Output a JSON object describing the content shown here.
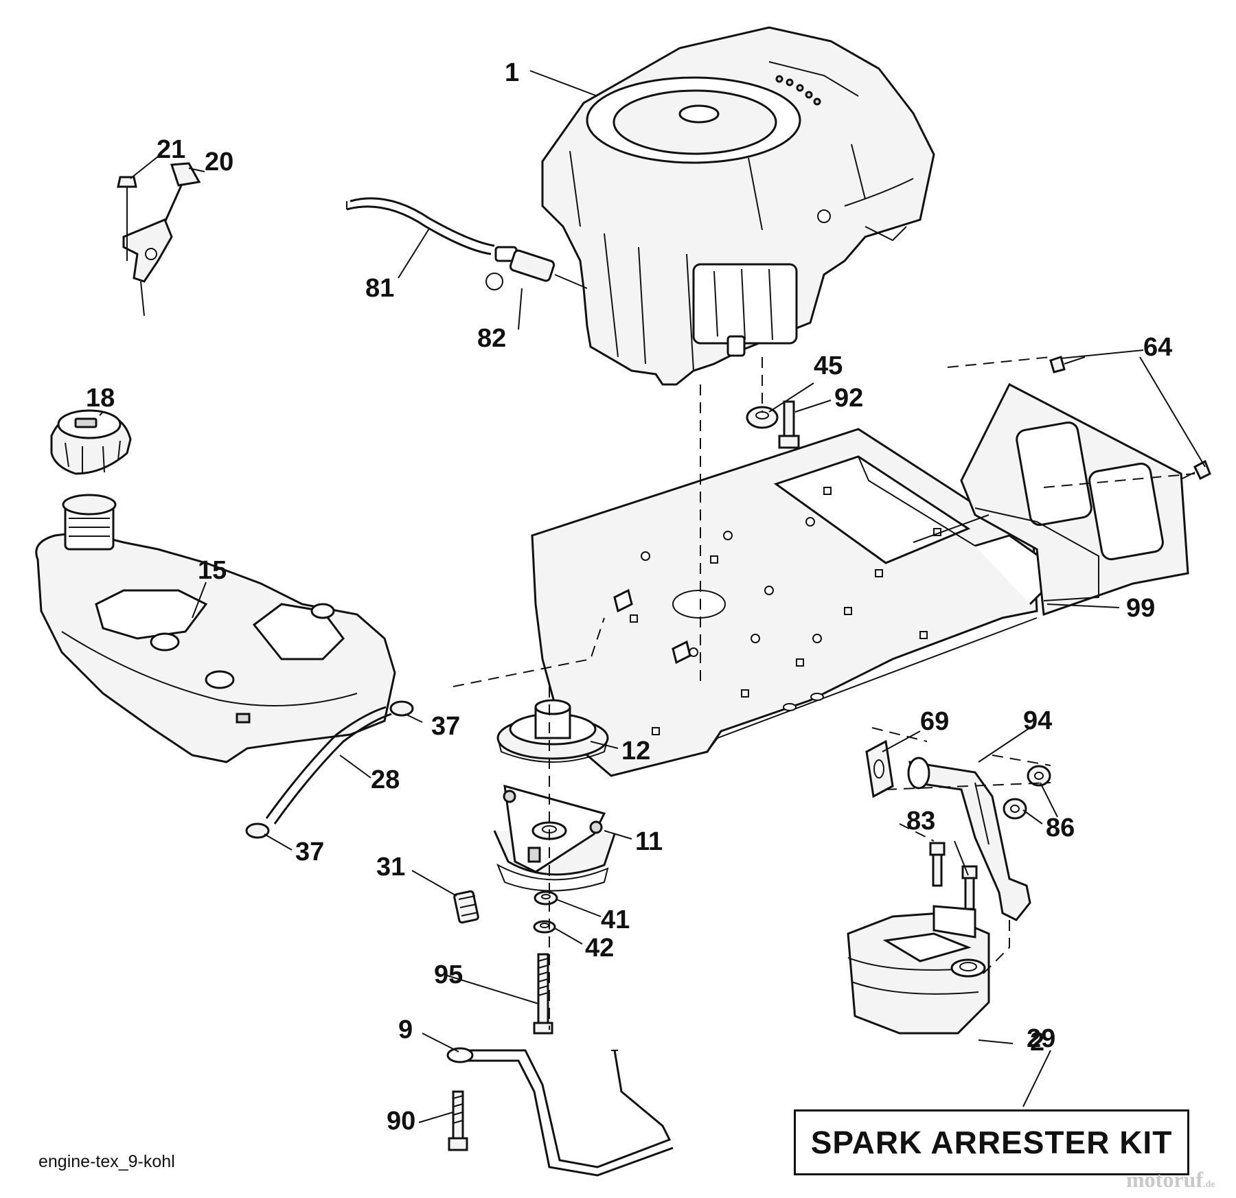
{
  "diagram": {
    "callouts": [
      {
        "id": "1",
        "label": "1"
      },
      {
        "id": "2",
        "label": "2"
      },
      {
        "id": "9",
        "label": "9"
      },
      {
        "id": "11",
        "label": "11"
      },
      {
        "id": "12",
        "label": "12"
      },
      {
        "id": "15",
        "label": "15"
      },
      {
        "id": "18",
        "label": "18"
      },
      {
        "id": "20",
        "label": "20"
      },
      {
        "id": "21",
        "label": "21"
      },
      {
        "id": "28",
        "label": "28"
      },
      {
        "id": "29",
        "label": "29"
      },
      {
        "id": "31",
        "label": "31"
      },
      {
        "id": "37a",
        "label": "37"
      },
      {
        "id": "37b",
        "label": "37"
      },
      {
        "id": "41",
        "label": "41"
      },
      {
        "id": "42",
        "label": "42"
      },
      {
        "id": "45",
        "label": "45"
      },
      {
        "id": "64",
        "label": "64"
      },
      {
        "id": "69",
        "label": "69"
      },
      {
        "id": "81",
        "label": "81"
      },
      {
        "id": "82",
        "label": "82"
      },
      {
        "id": "83",
        "label": "83"
      },
      {
        "id": "86",
        "label": "86"
      },
      {
        "id": "90",
        "label": "90"
      },
      {
        "id": "92",
        "label": "92"
      },
      {
        "id": "94",
        "label": "94"
      },
      {
        "id": "95",
        "label": "95"
      },
      {
        "id": "99",
        "label": "99"
      }
    ],
    "kit_label": "SPARK ARRESTER KIT",
    "file_reference": "engine-tex_9-kohl",
    "watermark": {
      "brand": "motoruf",
      "tld": ".de"
    }
  }
}
